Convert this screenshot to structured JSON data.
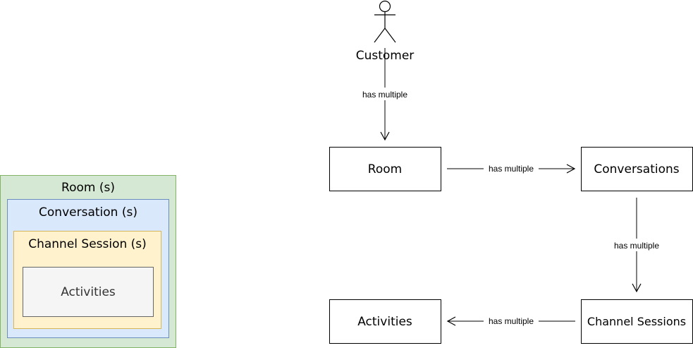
{
  "nested_diagram": {
    "room_label": "Room (s)",
    "conversation_label": "Conversation (s)",
    "channel_session_label": "Channel Session (s)",
    "activities_label": "Activities",
    "colors": {
      "room_fill": "#d5e8d4",
      "room_stroke": "#82b366",
      "conversation_fill": "#dae8fc",
      "conversation_stroke": "#6c8ebf",
      "channel_fill": "#fff2cc",
      "channel_stroke": "#d6b656",
      "activities_fill": "#f5f5f5",
      "activities_stroke": "#666666"
    }
  },
  "flow_diagram": {
    "actor_label": "Customer",
    "nodes": {
      "room": "Room",
      "conversations": "Conversations",
      "channel_sessions": "Channel Sessions",
      "activities": "Activities"
    },
    "edge_labels": {
      "customer_to_room": "has multiple",
      "room_to_conversations": "has multiple",
      "conversations_to_channel_sessions": "has multiple",
      "channel_sessions_to_activities": "has multiple"
    }
  }
}
